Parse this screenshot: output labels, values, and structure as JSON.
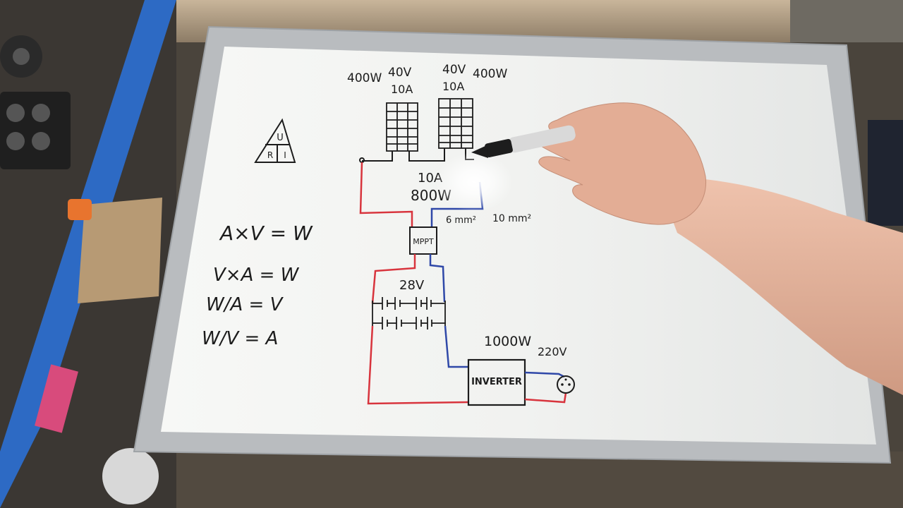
{
  "colors": {
    "background": "#3a3631",
    "board_frame": "#b9bcbf",
    "board_surface": "#f3f4f2",
    "ink_black": "#1c1c1c",
    "ink_red": "#d8343d",
    "ink_blue": "#2f48a8",
    "shelf_blue": "#2d6ac4",
    "skin": "#e6b39c"
  },
  "whiteboard": {
    "triangle": {
      "top": "U",
      "bottom_left": "R",
      "bottom_right": "I"
    },
    "formulas": [
      "A×V = W",
      "V×A = W",
      "W/A = V",
      "W/V = A"
    ],
    "panels": [
      {
        "watts": "400W",
        "volts": "40V",
        "amps": "10A"
      },
      {
        "watts": "400W",
        "volts": "40V",
        "amps": "10A"
      }
    ],
    "combined": {
      "amps": "10A",
      "watts": "800W"
    },
    "wire_sizes": [
      "6 mm²",
      "10 mm²"
    ],
    "mppt_label": "MPPT",
    "battery_voltage": "28V",
    "inverter": {
      "label": "INVERTER",
      "watts": "1000W",
      "output_voltage": "220V"
    }
  }
}
